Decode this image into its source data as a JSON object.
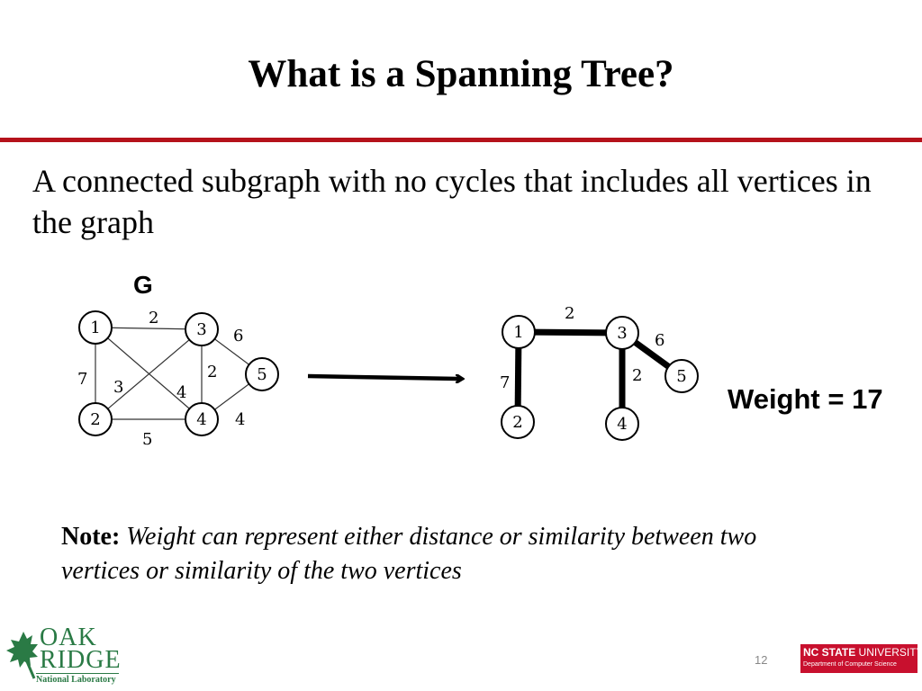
{
  "slide": {
    "title": "What is a Spanning Tree?",
    "definition": "A connected subgraph with no cycles that includes all vertices in the graph",
    "graph_label": "G",
    "weight_text": "Weight = 17",
    "note_label": "Note:",
    "note_text": "Weight can represent either distance  or similarity between two vertices or similarity of the two vertices",
    "page_number": "12"
  },
  "graph": {
    "nodes": [
      "1",
      "2",
      "3",
      "4",
      "5"
    ],
    "edges": [
      {
        "from": "1",
        "to": "3",
        "weight": "2"
      },
      {
        "from": "1",
        "to": "2",
        "weight": "7"
      },
      {
        "from": "1",
        "to": "4",
        "weight": "4"
      },
      {
        "from": "2",
        "to": "3",
        "weight": "3"
      },
      {
        "from": "2",
        "to": "4",
        "weight": "5"
      },
      {
        "from": "3",
        "to": "4",
        "weight": "2"
      },
      {
        "from": "3",
        "to": "5",
        "weight": "6"
      },
      {
        "from": "4",
        "to": "5",
        "weight": "4"
      }
    ]
  },
  "spanning_tree": {
    "edges": [
      {
        "from": "1",
        "to": "3",
        "weight": "2"
      },
      {
        "from": "1",
        "to": "2",
        "weight": "7"
      },
      {
        "from": "3",
        "to": "4",
        "weight": "2"
      },
      {
        "from": "3",
        "to": "5",
        "weight": "6"
      }
    ]
  },
  "logos": {
    "left_line1": "OAK",
    "left_line2": "RIDGE",
    "left_line3": "National Laboratory",
    "right_line1_bold": "NC STATE",
    "right_line1_rest": " UNIVERSITY",
    "right_line2": "Department of Computer Science"
  },
  "colors": {
    "rule": "#b5121b",
    "oak_green": "#2a7a45",
    "ncsu_red": "#c8102e"
  }
}
